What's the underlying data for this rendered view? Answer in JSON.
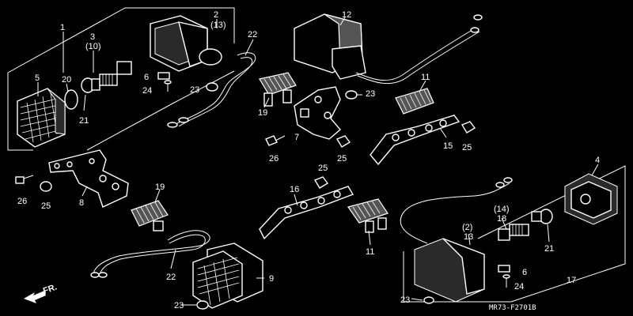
{
  "diagram": {
    "callouts": [
      {
        "id": "c1",
        "text": "1"
      },
      {
        "id": "c2",
        "text": "2"
      },
      {
        "id": "c13a",
        "text": "(13)"
      },
      {
        "id": "c3",
        "text": "3"
      },
      {
        "id": "c10",
        "text": "(10)"
      },
      {
        "id": "c5",
        "text": "5"
      },
      {
        "id": "c20",
        "text": "20"
      },
      {
        "id": "c21a",
        "text": "21"
      },
      {
        "id": "c6a",
        "text": "6"
      },
      {
        "id": "c24a",
        "text": "24"
      },
      {
        "id": "c23a",
        "text": "23"
      },
      {
        "id": "c22a",
        "text": "22"
      },
      {
        "id": "c12",
        "text": "12"
      },
      {
        "id": "c11a",
        "text": "11"
      },
      {
        "id": "c23b",
        "text": "23"
      },
      {
        "id": "c19a",
        "text": "19"
      },
      {
        "id": "c7",
        "text": "7"
      },
      {
        "id": "c26a",
        "text": "26"
      },
      {
        "id": "c25a",
        "text": "25"
      },
      {
        "id": "c15",
        "text": "15"
      },
      {
        "id": "c25b",
        "text": "25"
      },
      {
        "id": "c4",
        "text": "4"
      },
      {
        "id": "c26b",
        "text": "26"
      },
      {
        "id": "c25c",
        "text": "25"
      },
      {
        "id": "c8",
        "text": "8"
      },
      {
        "id": "c19b",
        "text": "19"
      },
      {
        "id": "c25d",
        "text": "25"
      },
      {
        "id": "c16",
        "text": "16"
      },
      {
        "id": "c14",
        "text": "(14)"
      },
      {
        "id": "c18",
        "text": "18"
      },
      {
        "id": "c2b",
        "text": "(2)"
      },
      {
        "id": "c13b",
        "text": "13"
      },
      {
        "id": "c11b",
        "text": "11"
      },
      {
        "id": "c21b",
        "text": "21"
      },
      {
        "id": "c6b",
        "text": "6"
      },
      {
        "id": "c24b",
        "text": "24"
      },
      {
        "id": "c17",
        "text": "17"
      },
      {
        "id": "c22b",
        "text": "22"
      },
      {
        "id": "c9",
        "text": "9"
      },
      {
        "id": "c23c",
        "text": "23"
      },
      {
        "id": "c23d",
        "text": "23"
      }
    ],
    "front_arrow": "FR.",
    "drawing_code": "MR73-F2701B"
  }
}
